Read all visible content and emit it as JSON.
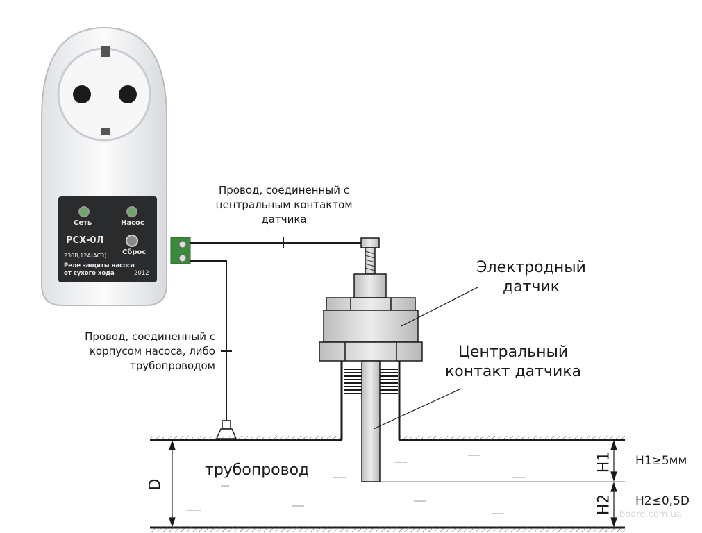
{
  "device": {
    "led_net": "Сеть",
    "led_pump": "Насос",
    "model": "РСХ-0Л",
    "reset": "Сброс",
    "rating": "230В,12А(АС3)",
    "desc_line1": "Реле защиты насоса",
    "desc_line2": "от сухого хода",
    "year": "2012"
  },
  "labels": {
    "wire_center": [
      "Провод, соединенный с",
      "центральным контактом",
      "датчика"
    ],
    "wire_body": [
      "Провод, соединенный с",
      "корпусом насоса, либо",
      "трубопроводом"
    ],
    "electrode_sensor": [
      "Электродный",
      "датчик"
    ],
    "center_contact": [
      "Центральный",
      "контакт датчика"
    ],
    "pipe": "трубопровод",
    "dim_d": "D",
    "dim_h1": "H1",
    "dim_h2": "H2",
    "h1_rule": "H1≥5мм",
    "h2_rule": "H2≤0,5D"
  },
  "watermark": "board.com.ua",
  "colors": {
    "line": "#1a1a1a",
    "device_body": "#f2f3f4",
    "panel": "#2a2b2d",
    "sensor": "#d6d6d6",
    "terminal": "#3b8a3b"
  }
}
